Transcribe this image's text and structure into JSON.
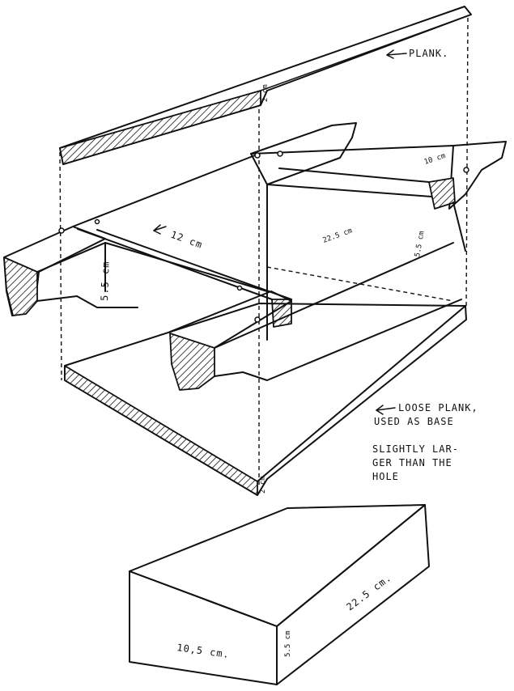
{
  "labels": {
    "plank": "PLANK.",
    "loose_plank_line1": "LOOSE PLANK,",
    "loose_plank_line2": "USED AS BASE",
    "slightly_line1": "SLIGHTLY LAR-",
    "slightly_line2": "GER THAN THE",
    "slightly_line3": "HOLE"
  },
  "dimensions": {
    "top_plank_thickness": "2 cm",
    "beam_width": "10 cm",
    "crossbar_span": "12 cm",
    "inner_length": "22.5 cm",
    "beam_height_right": "5.5 cm",
    "beam_height_left": "5.5 cm",
    "base_thickness": "2 cm",
    "block_length": "22.5 cm.",
    "block_width": "10,5 cm.",
    "block_height": "5.5 cm"
  }
}
